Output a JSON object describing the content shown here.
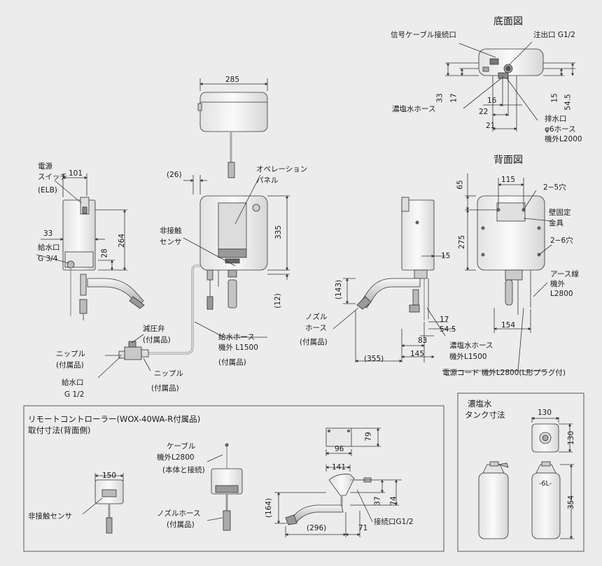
{
  "views": {
    "bottom": {
      "title": "底面図",
      "signal_cable_port": "信号ケーブル接続口",
      "spout": "注出口 G1/2",
      "brine_hose": "濃塩水ホース",
      "drain": "排水口",
      "hose_line1": "φ6ホース",
      "hose_line2": "機外L2000",
      "dims": {
        "d33": "33",
        "d17": "17",
        "d16": "16",
        "d22": "22",
        "d21": "21",
        "d15": "15",
        "d54_5": "54.5"
      }
    },
    "back": {
      "title": "背面図",
      "holes5": "2−5穴",
      "wall_fix_line1": "壁固定",
      "wall_fix_line2": "金具",
      "holes6": "2−6穴",
      "earth_line1": "アース線",
      "earth_line2": "機外",
      "earth_line3": "L2800",
      "dims": {
        "d65": "65",
        "d115": "115",
        "d275": "275",
        "d154": "154"
      }
    },
    "left": {
      "power_switch_line1": "電源",
      "power_switch_line2": "スイッチ",
      "power_switch_line3": "(ELB)",
      "water_inlet_line1": "給水口",
      "water_inlet_line2": "G 3/4",
      "dims": {
        "d101": "101",
        "d33": "33",
        "d28": "28",
        "d264": "264"
      }
    },
    "front": {
      "operation_panel_line1": "オペレーション",
      "operation_panel_line2": "パネル",
      "sensor_line1": "非接触",
      "sensor_line2": "センサ",
      "reducing_valve": "減圧弁",
      "accessory": "(付属品)",
      "supply_hose_line1": "給水ホース",
      "supply_hose_line2": "機外 L1500",
      "nipple": "ニップル",
      "supply_port_line1": "給水口",
      "supply_port_line2": "G 1/2",
      "dims": {
        "d285": "285",
        "d26": "(26)",
        "d335": "335",
        "d12": "(12)"
      }
    },
    "right": {
      "nozzle_hose_line1": "ノズル",
      "nozzle_hose_line2": "ホース",
      "brine_hose_line1": "濃塩水ホース",
      "brine_hose_line2": "機外L1500",
      "power_cord": "電源コード 機外L2800(L形プラグ付)",
      "dims": {
        "d143": "(143)",
        "d15": "15",
        "d17": "17",
        "d54_5": "54.5",
        "d83": "83",
        "d145": "145",
        "d355": "(355)"
      }
    },
    "remote": {
      "title_line1": "リモートコントローラー(WOX-40WA-R付属品)",
      "title_line2": "取付寸法(背面側)",
      "cable_line1": "ケーブル",
      "cable_line2": "機外L2800",
      "cable_line3": "(本体と接続)",
      "sensor": "非接触センサ",
      "nozzle_hose": "ノズルホース",
      "accessory": "(付属品)",
      "connection": "接続口G1/2",
      "dims": {
        "d150": "150",
        "d96": "96",
        "d79": "79",
        "d141": "141",
        "d37": "37",
        "d74": "74",
        "d164": "(164)",
        "d296": "(296)",
        "d71": "71"
      }
    },
    "tank": {
      "title_line1": "濃塩水",
      "title_line2": "タンク寸法",
      "tank_label": "-6L-",
      "dims": {
        "d130a": "130",
        "d130b": "130",
        "d354": "354"
      }
    }
  },
  "colors": {
    "background": "#ececec",
    "line": "#333333",
    "body": "#f4f4f4",
    "shade": "#c8c8c8",
    "dark": "#555555"
  }
}
